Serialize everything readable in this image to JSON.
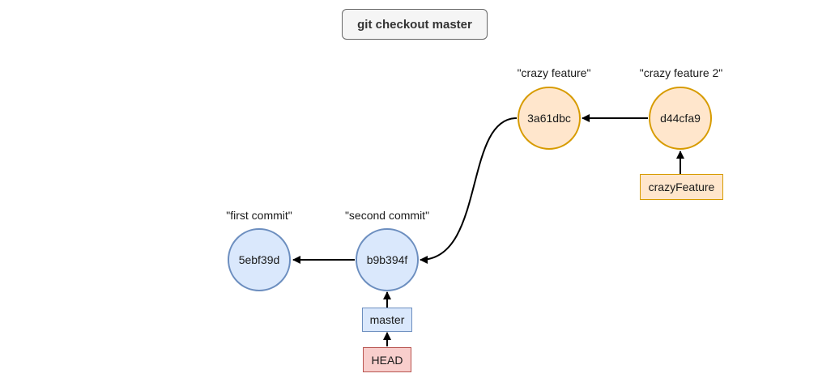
{
  "command": "git checkout master",
  "commits": {
    "c1": {
      "hash": "5ebf39d",
      "message": "\"first commit\""
    },
    "c2": {
      "hash": "b9b394f",
      "message": "\"second commit\""
    },
    "c3": {
      "hash": "3a61dbc",
      "message": "\"crazy feature\""
    },
    "c4": {
      "hash": "d44cfa9",
      "message": "\"crazy feature 2\""
    }
  },
  "refs": {
    "master": "master",
    "head": "HEAD",
    "feature": "crazyFeature"
  },
  "colors": {
    "main_fill": "#dae8fc",
    "main_stroke": "#6c8ebf",
    "feature_fill": "#ffe6cc",
    "feature_stroke": "#d79b00",
    "head_fill": "#f8cecc",
    "head_stroke": "#b85450"
  }
}
